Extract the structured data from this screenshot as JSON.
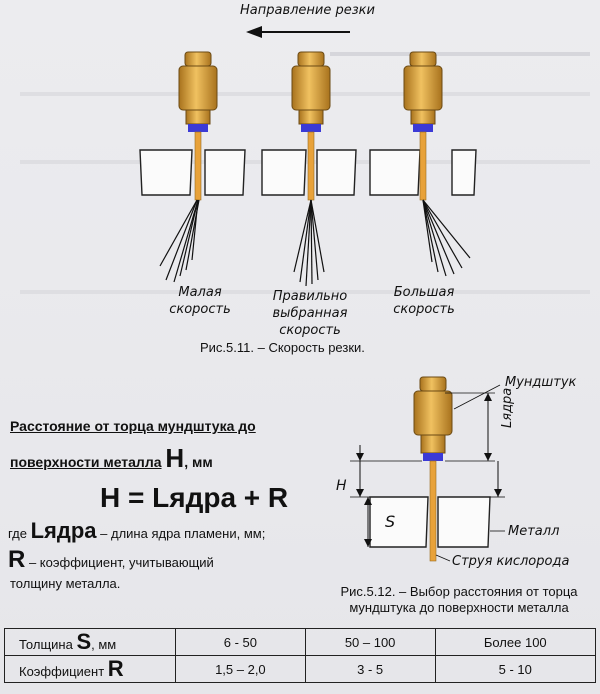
{
  "top_figure": {
    "arrow_label": "Направление резки",
    "torches": [
      {
        "label_line1": "Малая",
        "label_line2": "скорость",
        "label_line3": ""
      },
      {
        "label_line1": "Правильно",
        "label_line2": "выбранная",
        "label_line3": "скорость"
      },
      {
        "label_line1": "Большая",
        "label_line2": "скорость",
        "label_line3": ""
      }
    ],
    "caption": "Рис.5.11. – Скорость резки."
  },
  "distance_section": {
    "heading_line1": "Расстояние от торца мундштука до",
    "heading_line2": "поверхности металла",
    "heading_symbol": "H",
    "heading_unit": ", мм",
    "formula": "H = Lядра + R",
    "where_word": "где",
    "l_symbol": "Lядра",
    "l_desc": " – длина ядра пламени, мм;",
    "r_symbol": "R",
    "r_desc_line1": " – коэффициент, учитывающий",
    "r_desc_line2": "толщину металла."
  },
  "right_figure": {
    "label_nozzle": "Мундштук",
    "label_core": "Lядра",
    "label_h": "H",
    "label_s": "S",
    "label_metal": "Металл",
    "label_oxygen": "Струя кислорода",
    "caption_line1": "Рис.5.12. – Выбор расстояния от торца",
    "caption_line2": "мундштука до поверхности металла"
  },
  "table": {
    "row1": {
      "label": "Толщина",
      "symbol": "S",
      "unit": ", мм",
      "values": [
        "6 - 50",
        "50 – 100",
        "Более 100"
      ]
    },
    "row2": {
      "label": "Коэффициент",
      "symbol": "R",
      "values": [
        "1,5 – 2,0",
        "3 - 5",
        "5 - 10"
      ]
    }
  },
  "colors": {
    "brass": "#d9a441",
    "brass_dark": "#a8721d",
    "blue_tip": "#3b3ad6",
    "flame": "#e8a23a"
  }
}
